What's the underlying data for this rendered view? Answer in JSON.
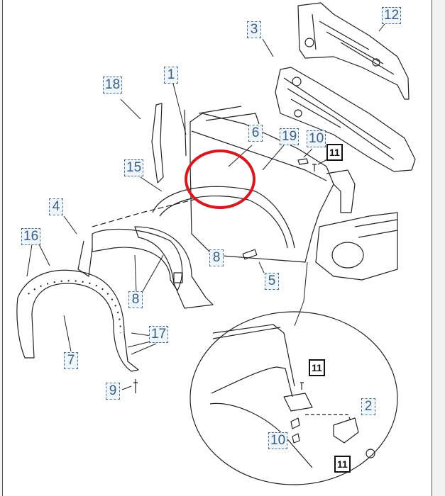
{
  "diagram": {
    "title": "",
    "callouts": [
      {
        "id": "c12",
        "label": "12"
      },
      {
        "id": "c3",
        "label": "3"
      },
      {
        "id": "c18",
        "label": "18"
      },
      {
        "id": "c1",
        "label": "1"
      },
      {
        "id": "c6",
        "label": "6"
      },
      {
        "id": "c19",
        "label": "19"
      },
      {
        "id": "c10a",
        "label": "10"
      },
      {
        "id": "c11a",
        "label": "11"
      },
      {
        "id": "c15",
        "label": "15"
      },
      {
        "id": "c4",
        "label": "4"
      },
      {
        "id": "c16",
        "label": "16"
      },
      {
        "id": "c8a",
        "label": "8"
      },
      {
        "id": "c5",
        "label": "5"
      },
      {
        "id": "c8b",
        "label": "8"
      },
      {
        "id": "c17",
        "label": "17"
      },
      {
        "id": "c7",
        "label": "7"
      },
      {
        "id": "c9",
        "label": "9"
      },
      {
        "id": "c11b",
        "label": "11"
      },
      {
        "id": "c2",
        "label": "2"
      },
      {
        "id": "c10b",
        "label": "10"
      },
      {
        "id": "c11c",
        "label": "11"
      }
    ],
    "highlight_color": "#d7191f",
    "line_color": "#222222"
  }
}
